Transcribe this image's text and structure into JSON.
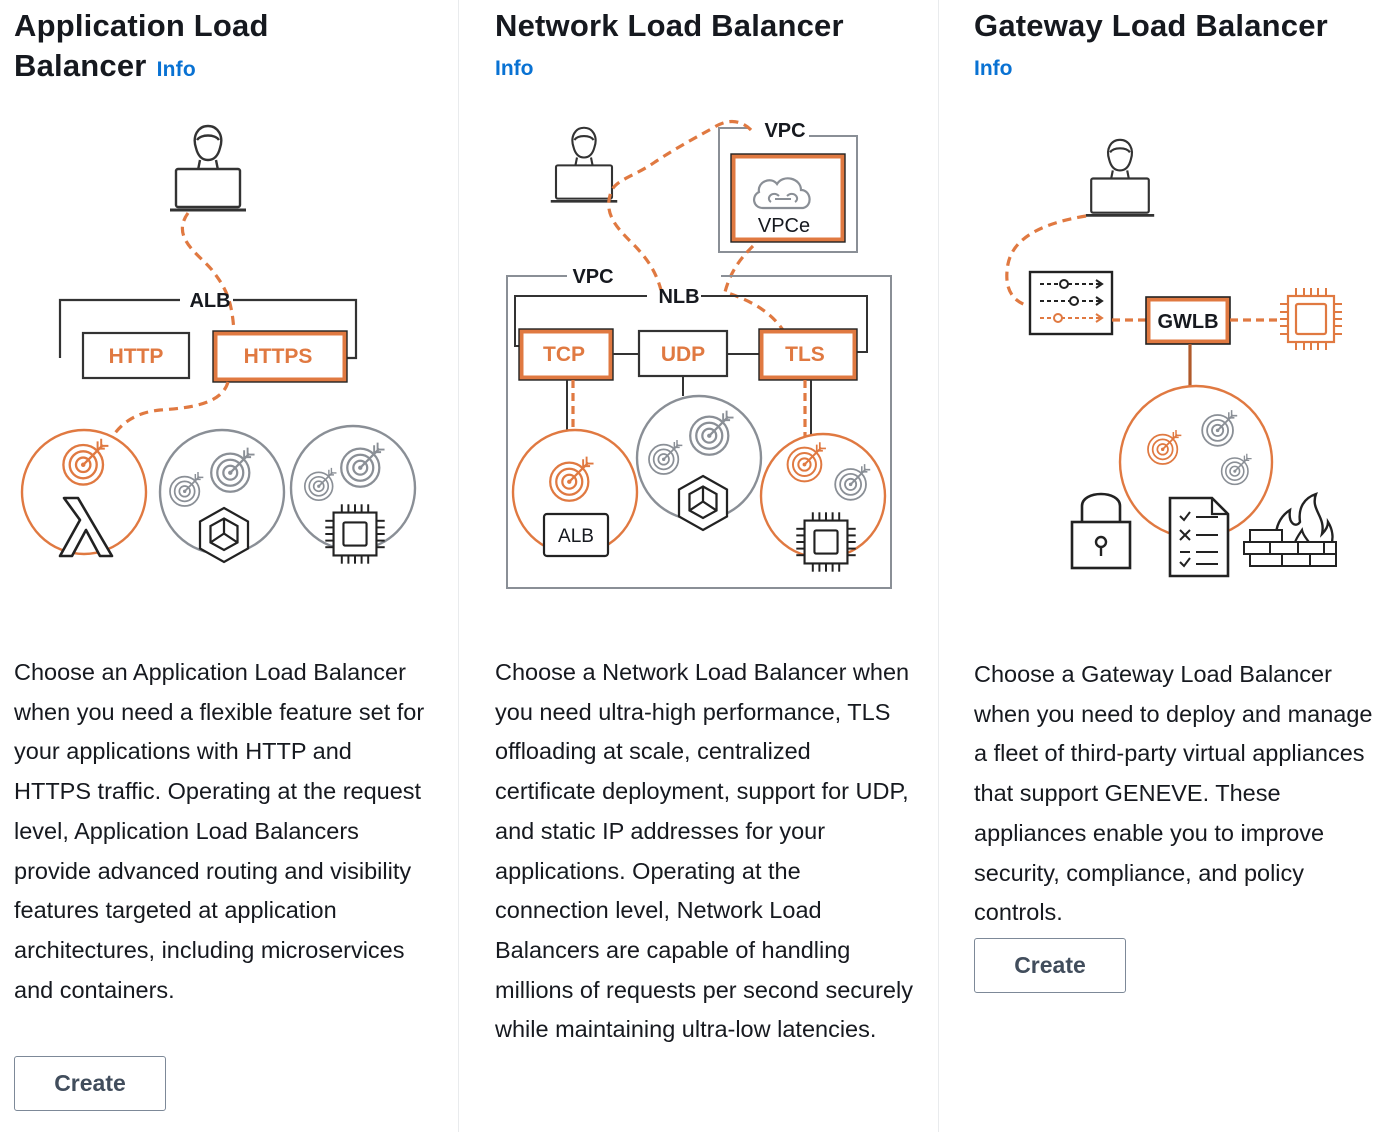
{
  "cards": [
    {
      "title": "Application Load Balancer",
      "info_link": "Info",
      "diagram": {
        "group_label": "ALB",
        "listeners": [
          "HTTP",
          "HTTPS"
        ]
      },
      "description": "Choose an Application Load Balancer when you need a flexible feature set for your applications with HTTP and HTTPS traffic. Operating at the request level, Application Load Balancers provide advanced routing and visibility features targeted at application architectures, including microservices and containers.",
      "button_label": "Create"
    },
    {
      "title": "Network Load Balancer",
      "info_link": "Info",
      "diagram": {
        "vpc_label": "VPC",
        "endpoint_label": "VPCe",
        "inner_vpc_label": "VPC",
        "group_label": "NLB",
        "listeners": [
          "TCP",
          "UDP",
          "TLS"
        ],
        "target_label": "ALB"
      },
      "description": "Choose a Network Load Balancer when you need ultra-high performance, TLS offloading at scale, centralized certificate deployment, support for UDP, and static IP addresses for your applications. Operating at the connection level, Network Load Balancers are capable of handling millions of requests per second securely while maintaining ultra-low latencies."
    },
    {
      "title": "Gateway Load Balancer",
      "info_link": "Info",
      "diagram": {
        "gateway_label": "GWLB"
      },
      "description": "Choose a Gateway Load Balancer when you need to deploy and manage a fleet of third-party virtual appliances that support GENEVE. These appliances enable you to improve security, compliance, and policy controls.",
      "button_label": "Create"
    }
  ],
  "colors": {
    "accent_orange": "#e07941",
    "link_blue": "#0972d3",
    "text": "#16191f",
    "button_text": "#414d5c",
    "icon_gray": "#8a8f96"
  }
}
